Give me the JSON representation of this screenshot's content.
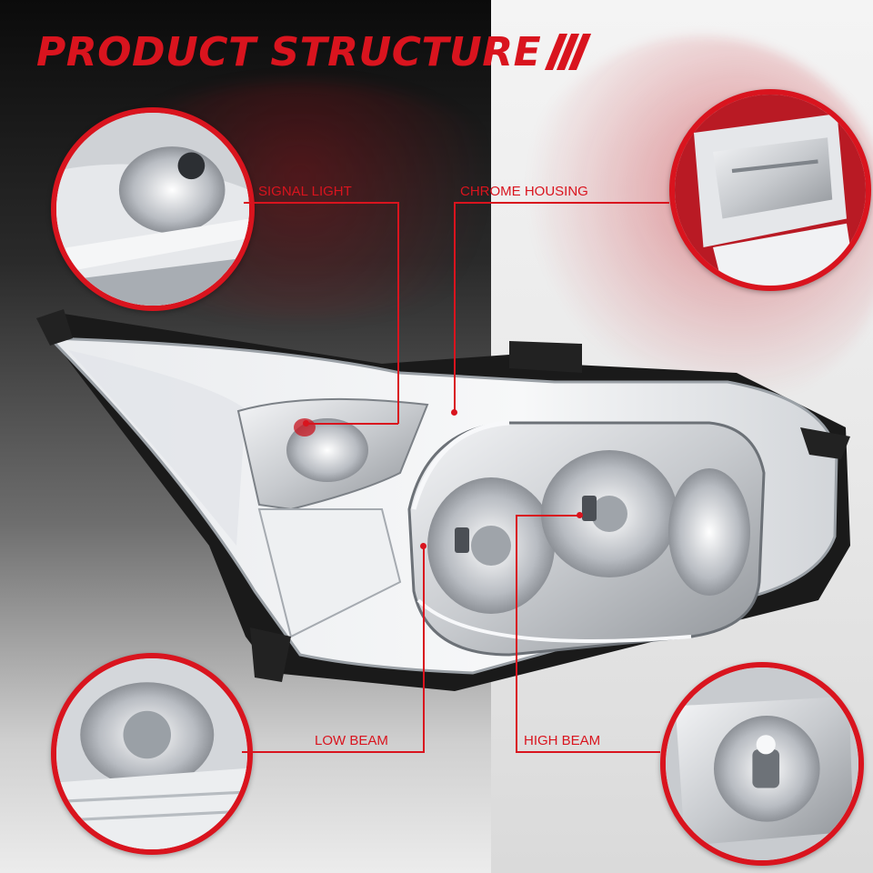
{
  "header": {
    "title": "PRODUCT STRUCTURE"
  },
  "callouts": {
    "signal_light": "SIGNAL LIGHT",
    "chrome_housing": "CHROME HOUSING",
    "low_beam": "LOW BEAM",
    "high_beam": "HIGH BEAM"
  },
  "colors": {
    "accent": "#d9141e",
    "chrome": "#d8dade",
    "background_dark": "#111111",
    "background_light": "#f2f2f2"
  },
  "icons": {
    "title_decoration": "triple-slash-icon"
  }
}
